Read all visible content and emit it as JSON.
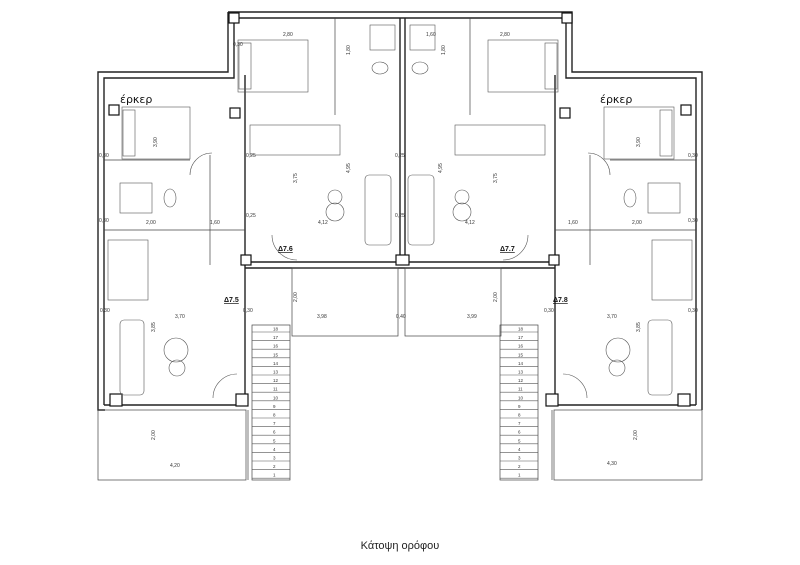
{
  "caption": "Κάτοψη ορόφου",
  "bay_labels": [
    "έρκερ",
    "έρκερ"
  ],
  "room_ids": [
    "Δ7.5",
    "Δ7.6",
    "Δ7.7",
    "Δ7.8"
  ],
  "dimensions": [
    "2,80",
    "0,30",
    "3,90",
    "4,95",
    "3,75",
    "4,12",
    "2,00",
    "1,60",
    "0,30",
    "0,30",
    "0,25",
    "0,25",
    "0,25",
    "0,25",
    "1,80",
    "1,60",
    "3,70",
    "3,98",
    "0,40",
    "0,30",
    "0,30",
    "3,85",
    "2,00",
    "2,00",
    "4,20",
    "3,99",
    "2,00",
    "0,30",
    "3,70",
    "3,85",
    "0,30",
    "2,00",
    "4,30",
    "2,80",
    "4,95",
    "3,75",
    "4,12",
    "1,60",
    "2,00",
    "3,90",
    "0,30",
    "0,30",
    "1,80"
  ],
  "stair_numbers": [
    "18",
    "17",
    "16",
    "15",
    "14",
    "13",
    "12",
    "11",
    "10",
    "9",
    "8",
    "7",
    "6",
    "5",
    "4",
    "3",
    "2",
    "1"
  ]
}
